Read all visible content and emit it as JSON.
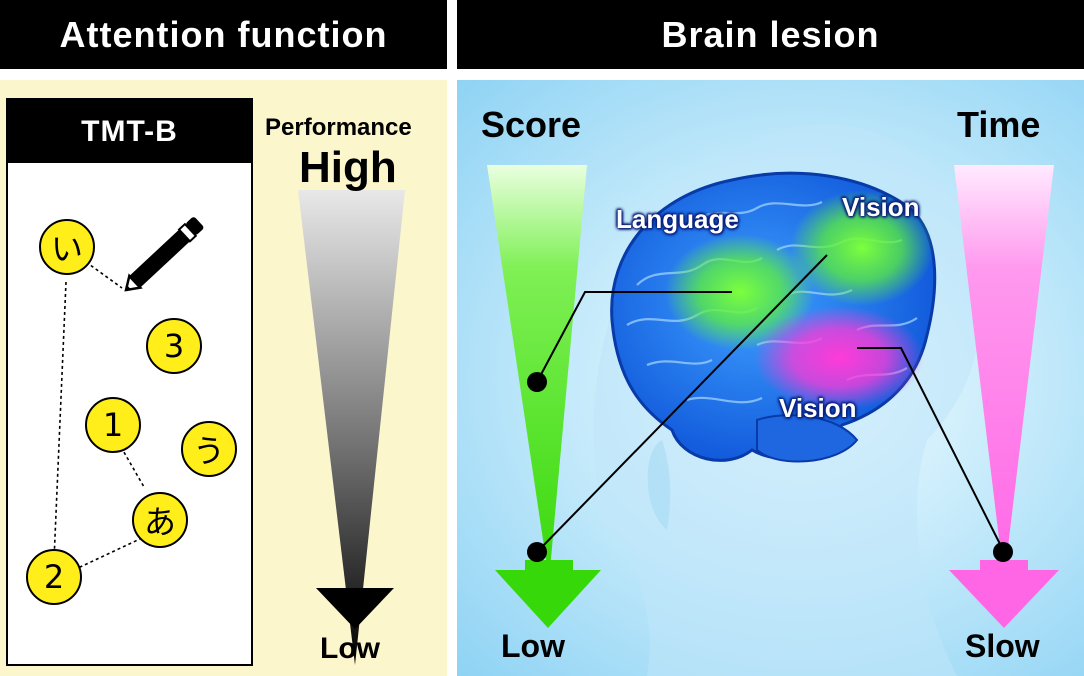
{
  "headers": {
    "left": "Attention function",
    "right": "Brain lesion"
  },
  "tmt": {
    "title": "TMT-B",
    "nodes": [
      {
        "label": "い"
      },
      {
        "label": "3"
      },
      {
        "label": "1"
      },
      {
        "label": "う"
      },
      {
        "label": "あ"
      },
      {
        "label": "2"
      }
    ]
  },
  "performance": {
    "label": "Performance",
    "high": "High",
    "low": "Low"
  },
  "score": {
    "title": "Score",
    "low": "Low",
    "color": "#3fe010"
  },
  "time": {
    "title": "Time",
    "slow": "Slow",
    "color": "#ff66e6"
  },
  "regions": [
    {
      "label": "Language",
      "color": "#6bff3a"
    },
    {
      "label": "Vision",
      "color": "#6bff3a"
    },
    {
      "label": "Vision",
      "color": "#ff3ad8"
    }
  ],
  "colors": {
    "node_fill": "#ffee1a",
    "brain": "#1e7bf0",
    "panel_left": "#fbf6cc",
    "panel_right": "#a9dcf6"
  }
}
